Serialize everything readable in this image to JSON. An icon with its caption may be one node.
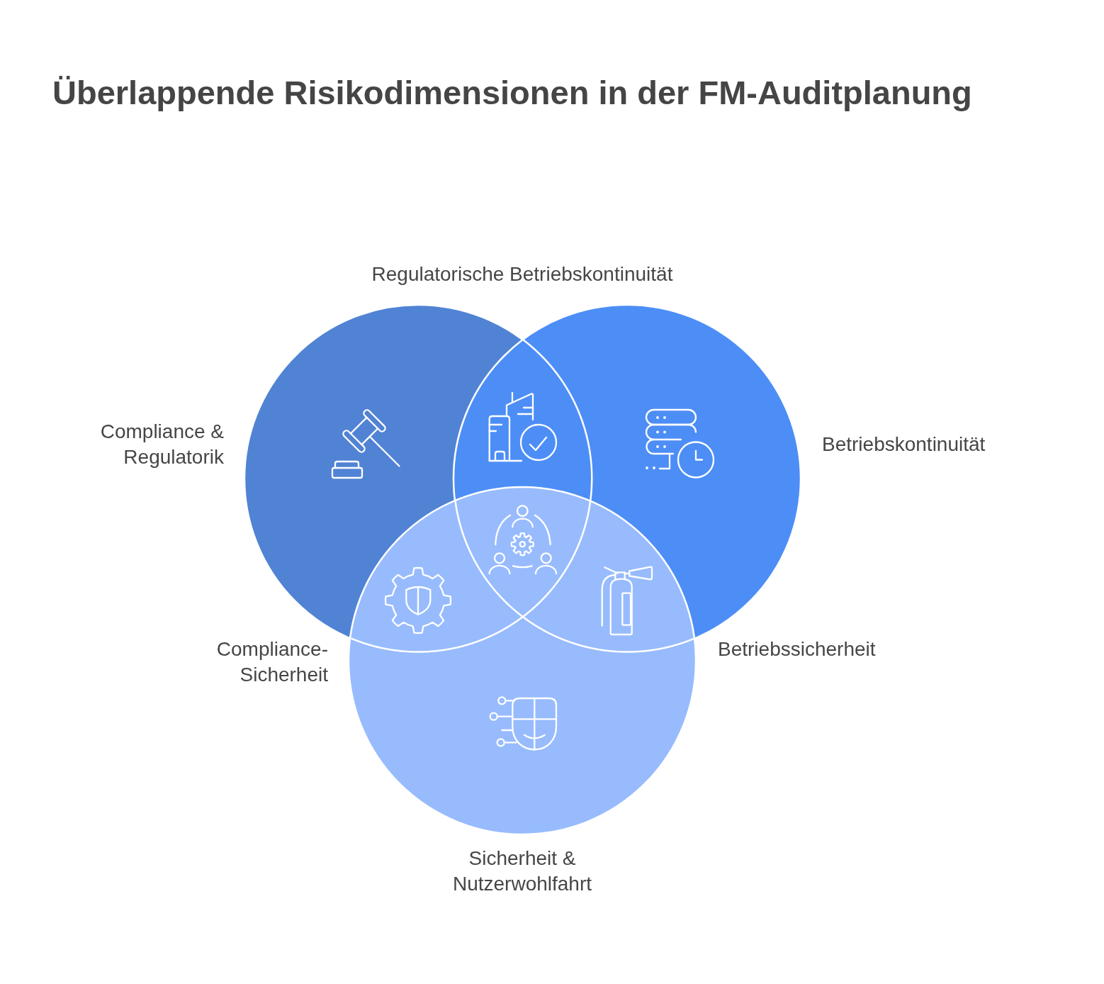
{
  "diagram": {
    "title": "Überlappende Risikodimensionen in der FM-Auditplanung",
    "nodes": [
      {
        "text": [
          "Compliance & Regulatorik"
        ]
      },
      {
        "text": [
          "Betriebskontinuität"
        ]
      },
      {
        "text": [
          "Sicherheit & Nutzerwohlfahrt"
        ]
      }
    ],
    "labels": [
      "Regulatorische Betriebskontinuität",
      "Compliance-Sicherheit",
      "Betriebssicherheit"
    ]
  }
}
